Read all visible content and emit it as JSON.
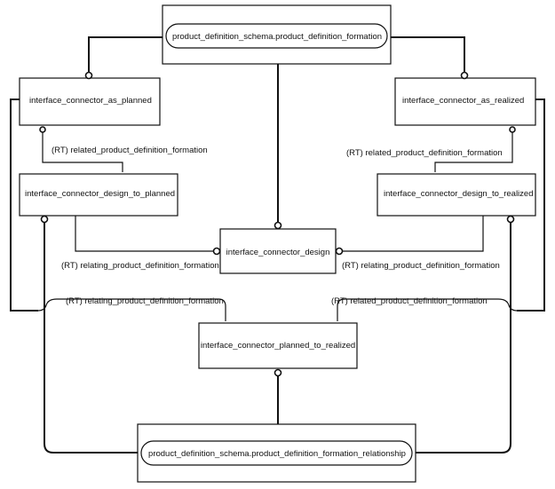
{
  "diagram": {
    "entities": {
      "top_schema": "product_definition_schema.product_definition_formation",
      "as_planned": "interface_connector_as_planned",
      "as_realized": "interface_connector_as_realized",
      "design_to_planned": "interface_connector_design_to_planned",
      "design_to_realized": "interface_connector_design_to_realized",
      "design": "interface_connector_design",
      "planned_to_realized": "interface_connector_planned_to_realized",
      "bottom_schema": "product_definition_schema.product_definition_formation_relationship"
    },
    "relations": {
      "dtp_related": "(RT) related_product_definition_formation",
      "dtr_related": "(RT) related_product_definition_formation",
      "dtp_relating": "(RT) relating_product_definition_formation",
      "dtr_relating": "(RT) relating_product_definition_formation",
      "ptr_relating": "(RT) relating_product_definition_formation",
      "ptr_related": "(RT) related_product_definition_formation"
    }
  }
}
